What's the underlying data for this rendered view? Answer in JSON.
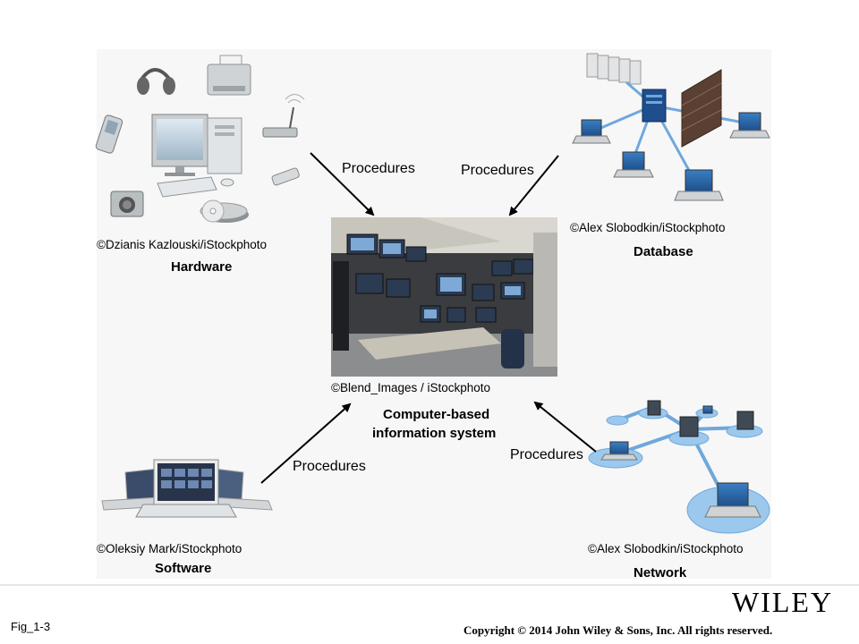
{
  "center": {
    "credit": "©Blend_Images / iStockphoto",
    "title_line1": "Computer-based",
    "title_line2": "information system"
  },
  "hardware": {
    "credit": "©Dzianis Kazlouski/iStockphoto",
    "title": "Hardware"
  },
  "database": {
    "credit": "©Alex Slobodkin/iStockphoto",
    "title": "Database"
  },
  "software": {
    "credit": "©Oleksiy Mark/iStockphoto",
    "title": "Software"
  },
  "network": {
    "credit": "©Alex Slobodkin/iStockphoto",
    "title": "Network"
  },
  "arrows": {
    "top_left": "Procedures",
    "top_right": "Procedures",
    "bottom_left": "Procedures",
    "bottom_right": "Procedures"
  },
  "footer": {
    "fig_label": "Fig_1-3",
    "brand": "WILEY",
    "copyright": "Copyright © 2014 John Wiley & Sons, Inc. All rights reserved."
  }
}
